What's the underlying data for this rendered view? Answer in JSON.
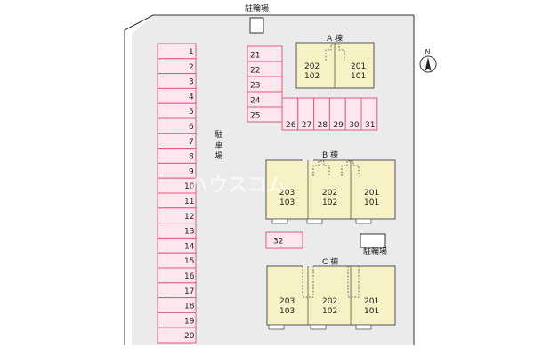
{
  "labels": {
    "bike_parking_top": "駐輪場",
    "parking_area": "駐車場",
    "bike_parking_right": "駐輪場",
    "north": "N",
    "watermark": "ハウスコム"
  },
  "parking_left": [
    "1",
    "2",
    "3",
    "4",
    "5",
    "6",
    "7",
    "8",
    "9",
    "10",
    "11",
    "12",
    "13",
    "14",
    "15",
    "16",
    "17",
    "18",
    "19",
    "20"
  ],
  "parking_stack": [
    "21",
    "22",
    "23",
    "24",
    "25"
  ],
  "parking_row": [
    "26",
    "27",
    "28",
    "29",
    "30",
    "31"
  ],
  "parking_single": "32",
  "buildings": [
    {
      "name": "A 棟",
      "units": [
        {
          "upper": "202",
          "lower": "102"
        },
        {
          "upper": "201",
          "lower": "101"
        }
      ]
    },
    {
      "name": "B 棟",
      "units": [
        {
          "upper": "203",
          "lower": "103"
        },
        {
          "upper": "202",
          "lower": "102"
        },
        {
          "upper": "201",
          "lower": "101"
        }
      ]
    },
    {
      "name": "C 棟",
      "units": [
        {
          "upper": "203",
          "lower": "103"
        },
        {
          "upper": "202",
          "lower": "102"
        },
        {
          "upper": "201",
          "lower": "101"
        }
      ]
    }
  ],
  "colors": {
    "site": "#ebebeb",
    "parking_fill": "#fde6ee",
    "parking_stroke": "#e05a7c",
    "building_fill": "#f6f2c6",
    "building_stroke": "#555555"
  }
}
